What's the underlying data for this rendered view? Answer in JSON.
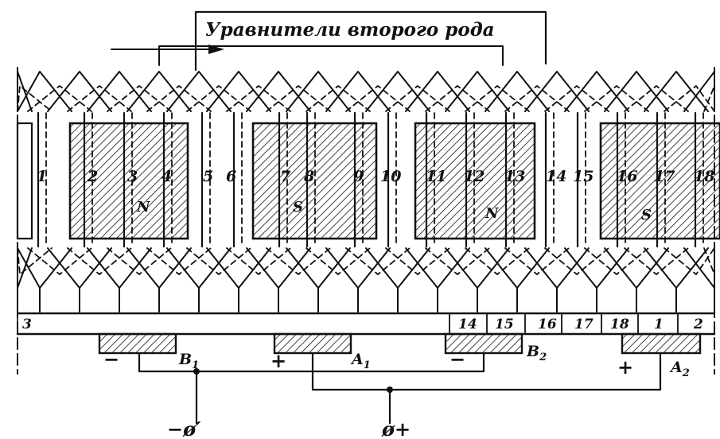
{
  "title": "Уравнители второго рода",
  "conductors": [
    "1",
    "2",
    "3",
    "4",
    "5",
    "6",
    "7",
    "8",
    "9",
    "10",
    "11",
    "12",
    "13",
    "14",
    "15",
    "16",
    "17",
    "18"
  ],
  "poles": [
    {
      "label": "N"
    },
    {
      "label": "S"
    },
    {
      "label": "N"
    },
    {
      "label": "S"
    }
  ],
  "commutator": [
    "3",
    "14",
    "15",
    "16",
    "17",
    "18",
    "1",
    "2"
  ],
  "brushes": [
    {
      "name": "B",
      "sub": "1",
      "sign": "−"
    },
    {
      "name": "A",
      "sub": "1",
      "sign": "+"
    },
    {
      "name": "B",
      "sub": "2",
      "sign": "−"
    },
    {
      "name": "A",
      "sub": "2",
      "sign": "+"
    }
  ],
  "terminals": {
    "minus": "−ø′",
    "plus": "ø+"
  },
  "colors": {
    "ink": "#111111",
    "paper": "#ffffff"
  }
}
